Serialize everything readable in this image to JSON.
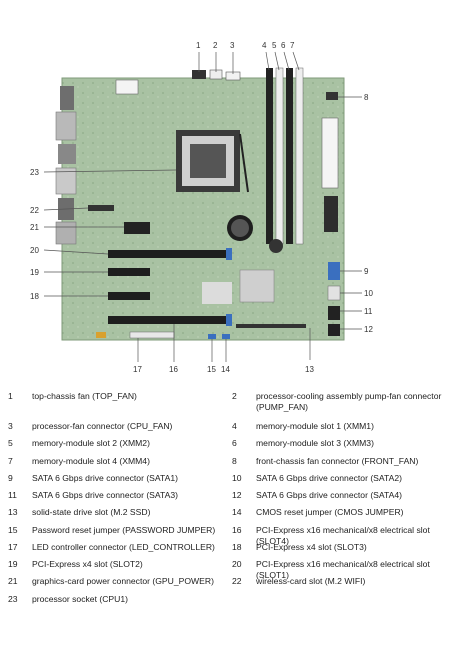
{
  "callouts": [
    "1",
    "2",
    "3",
    "4",
    "5",
    "6",
    "7",
    "8",
    "9",
    "10",
    "11",
    "12",
    "13",
    "14",
    "15",
    "16",
    "17",
    "18",
    "19",
    "20",
    "21",
    "22",
    "23"
  ],
  "legend": [
    {
      "num": "1",
      "label": "top-chassis fan (TOP_FAN)"
    },
    {
      "num": "2",
      "label": "processor-cooling assembly pump-fan connector (PUMP_FAN)"
    },
    {
      "num": "3",
      "label": "processor-fan connector (CPU_FAN)"
    },
    {
      "num": "4",
      "label": "memory-module slot 1 (XMM1)"
    },
    {
      "num": "5",
      "label": "memory-module slot 2 (XMM2)"
    },
    {
      "num": "6",
      "label": "memory-module slot 3 (XMM3)"
    },
    {
      "num": "7",
      "label": "memory-module slot 4 (XMM4)"
    },
    {
      "num": "8",
      "label": "front-chassis fan connector (FRONT_FAN)"
    },
    {
      "num": "9",
      "label": "SATA 6 Gbps drive connector (SATA1)"
    },
    {
      "num": "10",
      "label": "SATA 6 Gbps drive connector (SATA2)"
    },
    {
      "num": "11",
      "label": "SATA 6 Gbps drive connector (SATA3)"
    },
    {
      "num": "12",
      "label": "SATA 6 Gbps drive connector (SATA4)"
    },
    {
      "num": "13",
      "label": "solid-state drive slot (M.2 SSD)"
    },
    {
      "num": "14",
      "label": "CMOS reset jumper (CMOS JUMPER)"
    },
    {
      "num": "15",
      "label": "Password reset jumper (PASSWORD JUMPER)"
    },
    {
      "num": "16",
      "label": "PCI-Express x16 mechanical/x8 electrical slot (SLOT4)"
    },
    {
      "num": "17",
      "label": "LED controller connector (LED_CONTROLLER)"
    },
    {
      "num": "18",
      "label": "PCI-Express x4 slot (SLOT3)"
    },
    {
      "num": "19",
      "label": "PCI-Express x4 slot (SLOT2)"
    },
    {
      "num": "20",
      "label": "PCI-Express x16 mechanical/x8 electrical slot (SLOT1)"
    },
    {
      "num": "21",
      "label": "graphics-card power connector (GPU_POWER)"
    },
    {
      "num": "22",
      "label": "wireless-card slot (M.2 WIFI)"
    },
    {
      "num": "23",
      "label": "processor socket (CPU1)"
    }
  ]
}
